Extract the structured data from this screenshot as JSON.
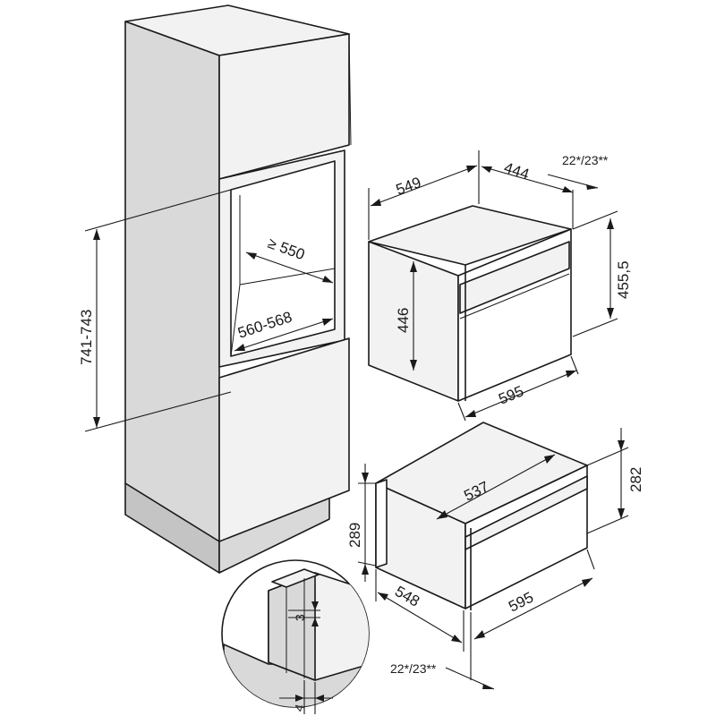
{
  "dimensions": {
    "niche_height": "741-743",
    "niche_depth_min": "≥ 550",
    "niche_width": "560-568",
    "oven_depth": "549",
    "oven_depth_body": "444",
    "front_offset_top": "22*/23**",
    "oven_height_front": "455,5",
    "oven_height_body": "446",
    "oven_width": "595",
    "drawer_depth": "537",
    "drawer_height_side": "282",
    "drawer_height_front": "289",
    "drawer_depth_body": "548",
    "drawer_width": "595",
    "front_offset_bottom": "22*/23**",
    "detail_gap": "3",
    "detail_offset": "4"
  },
  "colors": {
    "line": "#1a1a1a",
    "cabinet_front": "#d9d9d9",
    "cabinet_side": "#c4c4c4",
    "cabinet_top": "#f2f2f2"
  }
}
